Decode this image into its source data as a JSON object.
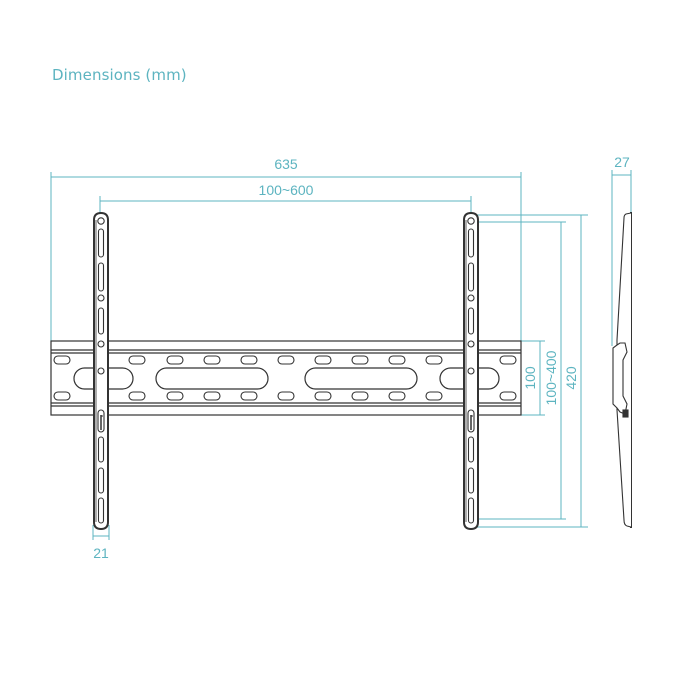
{
  "title": "Dimensions (mm)",
  "colors": {
    "dimension": "#5db4c0",
    "outline": "#333333",
    "background": "#ffffff"
  },
  "dimensions": {
    "overall_width": "635",
    "vesa_horizontal": "100~600",
    "overall_height": "420",
    "vesa_vertical": "100~400",
    "rail_height": "100",
    "arm_width": "21",
    "depth": "27"
  },
  "views": {
    "front": "front-view",
    "side": "side-view"
  }
}
